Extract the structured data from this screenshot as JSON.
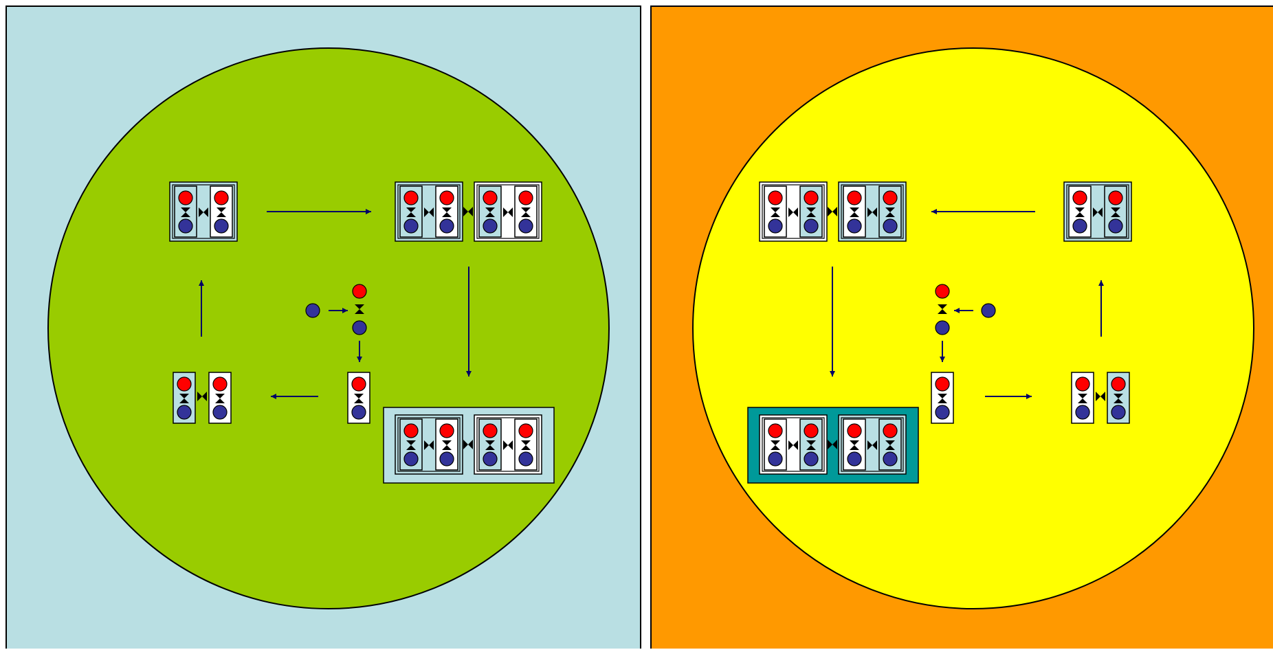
{
  "colors": {
    "panel_left_bg": "#B9DFE3",
    "circle_left": "#99CC00",
    "panel_right_bg": "#FF9900",
    "circle_right": "#FFFF00",
    "unit_fill_light": "#B9DFE3",
    "unit_fill_white": "#FFFFFF",
    "unit_fill_teal": "#009999",
    "top_ball": "#FF0000",
    "bottom_ball": "#333399",
    "arrow": "#000066",
    "link": "#000000",
    "outline": "#000000"
  },
  "panels": [
    {
      "name": "left-panel",
      "background": "panel_left_bg",
      "circle": "circle_left"
    },
    {
      "name": "right-panel",
      "background": "panel_right_bg",
      "circle": "circle_right"
    }
  ]
}
